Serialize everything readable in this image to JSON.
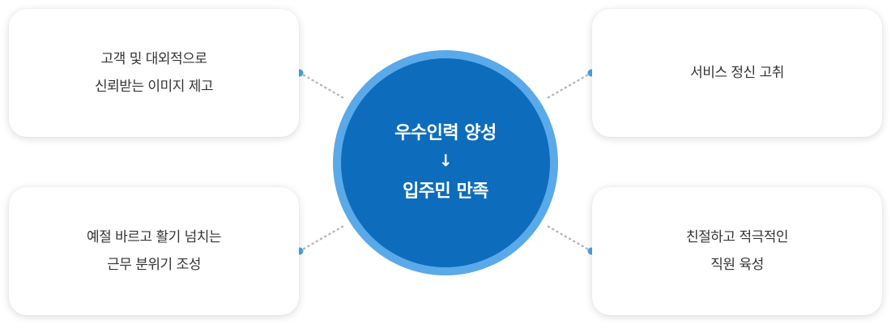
{
  "center": {
    "line1": "우수인력 양성",
    "arrow": "↓",
    "line2": "입주민 만족"
  },
  "boxes": {
    "top_left": {
      "line1": "고객 및 대외적으로",
      "line2": "신뢰받는 이미지 제고"
    },
    "bottom_left": {
      "line1": "예절 바르고 활기 넘치는",
      "line2": "근무 분위기 조성"
    },
    "top_right": {
      "line1": "서비스 정신 고취"
    },
    "bottom_right": {
      "line1": "친절하고 적극적인",
      "line2": "직원 육성"
    }
  },
  "colors": {
    "circle_fill": "#0d6dbc",
    "circle_ring": "#5aa9e9",
    "connector_dot": "#4aa3e6",
    "connector_line": "#b8b8b8",
    "box_text": "#333333"
  }
}
